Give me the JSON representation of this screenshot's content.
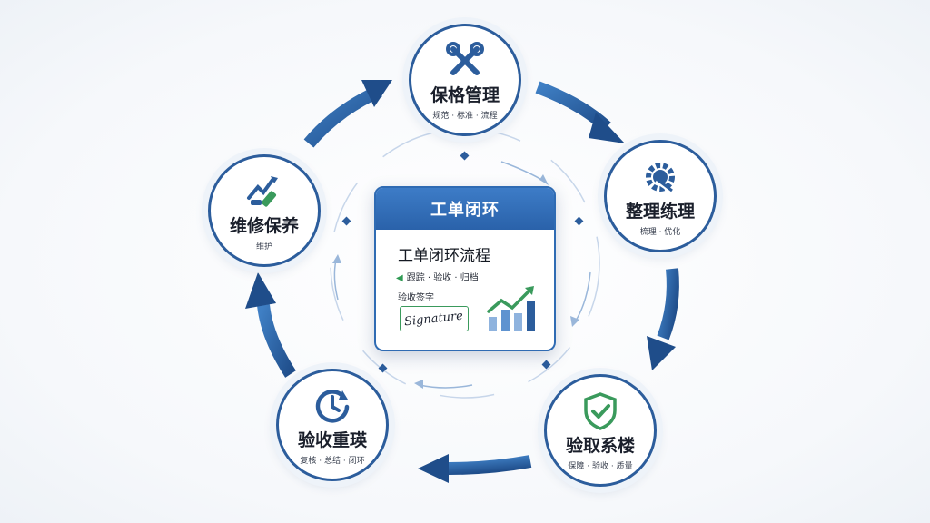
{
  "center_card": {
    "header": "工单闭环",
    "title": "工单闭环流程",
    "line1": "跟踪 · 验收 · 归档",
    "line2": "验收签字",
    "signature": "Signature"
  },
  "nodes": {
    "top": {
      "title": "保格管理",
      "sub": "规范 · 标准 · 流程",
      "icon": "wrench-screwdriver-icon"
    },
    "right": {
      "title": "整理练理",
      "sub": "梳理 · 优化",
      "icon": "gear-wrench-icon"
    },
    "bottom_right": {
      "title": "验取系楼",
      "sub": "保障 · 验收 · 质量",
      "icon": "shield-check-icon"
    },
    "bottom_left": {
      "title": "验收重瑛",
      "sub": "复核 · 总结 · 闭环",
      "icon": "clock-check-icon"
    },
    "left": {
      "title": "维修保养",
      "sub": "维护",
      "icon": "tools-icon"
    }
  },
  "colors": {
    "primary": "#2c5d9c",
    "accent_green": "#3a9a5c",
    "header_blue": "#2f6bb3"
  }
}
